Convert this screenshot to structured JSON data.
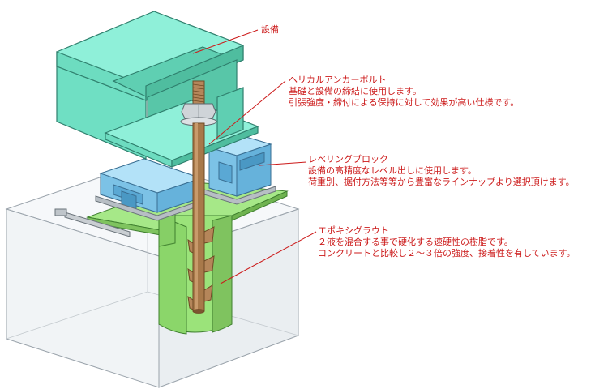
{
  "callouts": {
    "equipment": {
      "title": "設備"
    },
    "anchor": {
      "title": "ヘリカルアンカーボルト",
      "lines": [
        "基礎と設備の締結に使用します。",
        "引張強度・締付による保持に対して効果が高い仕様です。"
      ]
    },
    "leveling": {
      "title": "レベリングブロック",
      "lines": [
        "設備の高精度なレベル出しに使用します。",
        "荷重別、据付方法等等から豊富なラインナップより選択頂けます。"
      ]
    },
    "epoxy": {
      "title": "エポキシグラウト",
      "lines": [
        "２液を混合する事で硬化する速硬性の樹脂です。",
        "コンクリートと比較し２～３倍の強度、接着性を有しています。"
      ]
    }
  },
  "colors": {
    "equipment": "#7fe8cf",
    "leveling": "#8fd2f2",
    "grout": "#9be37a",
    "rod": "#a8794a",
    "concrete": "#f2f5f7",
    "callout": "#cc1a1a"
  }
}
